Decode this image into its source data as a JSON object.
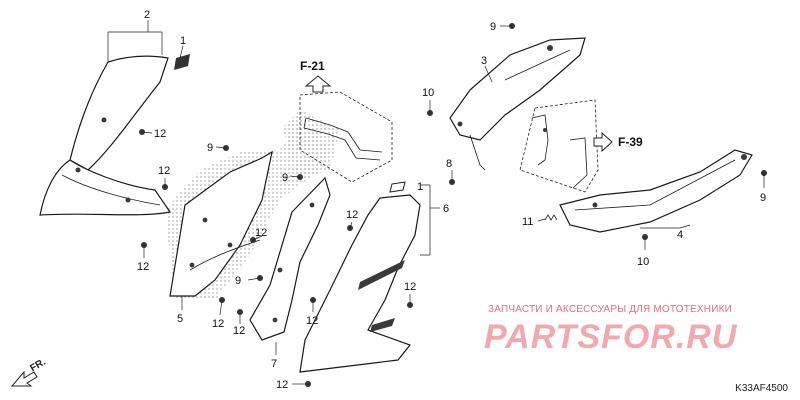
{
  "callouts": {
    "c2": "2",
    "c1a": "1",
    "c12a": "12",
    "c12b": "12",
    "c9a": "9",
    "c9b": "9",
    "c12c": "12",
    "c12d": "12",
    "c5": "5",
    "c9c": "9",
    "c12e": "12",
    "c12f": "12",
    "c12g": "12",
    "c7": "7",
    "c12h": "12",
    "c12i": "12",
    "c1b": "1",
    "c6": "6",
    "c9d": "9",
    "c3": "3",
    "c10a": "10",
    "c8": "8",
    "c11": "11",
    "c4": "4",
    "c10b": "10",
    "c9e": "9"
  },
  "refs": {
    "f21": "F-21",
    "f39": "F-39"
  },
  "front_label": "FR.",
  "watermark": {
    "line1": "ЗАПЧАСТИ И АКСЕССУАРЫ ДЛЯ МОТОТЕХНИКИ",
    "line2": "PARTSFOR.RU"
  },
  "diagram_code": "K33AF4500"
}
